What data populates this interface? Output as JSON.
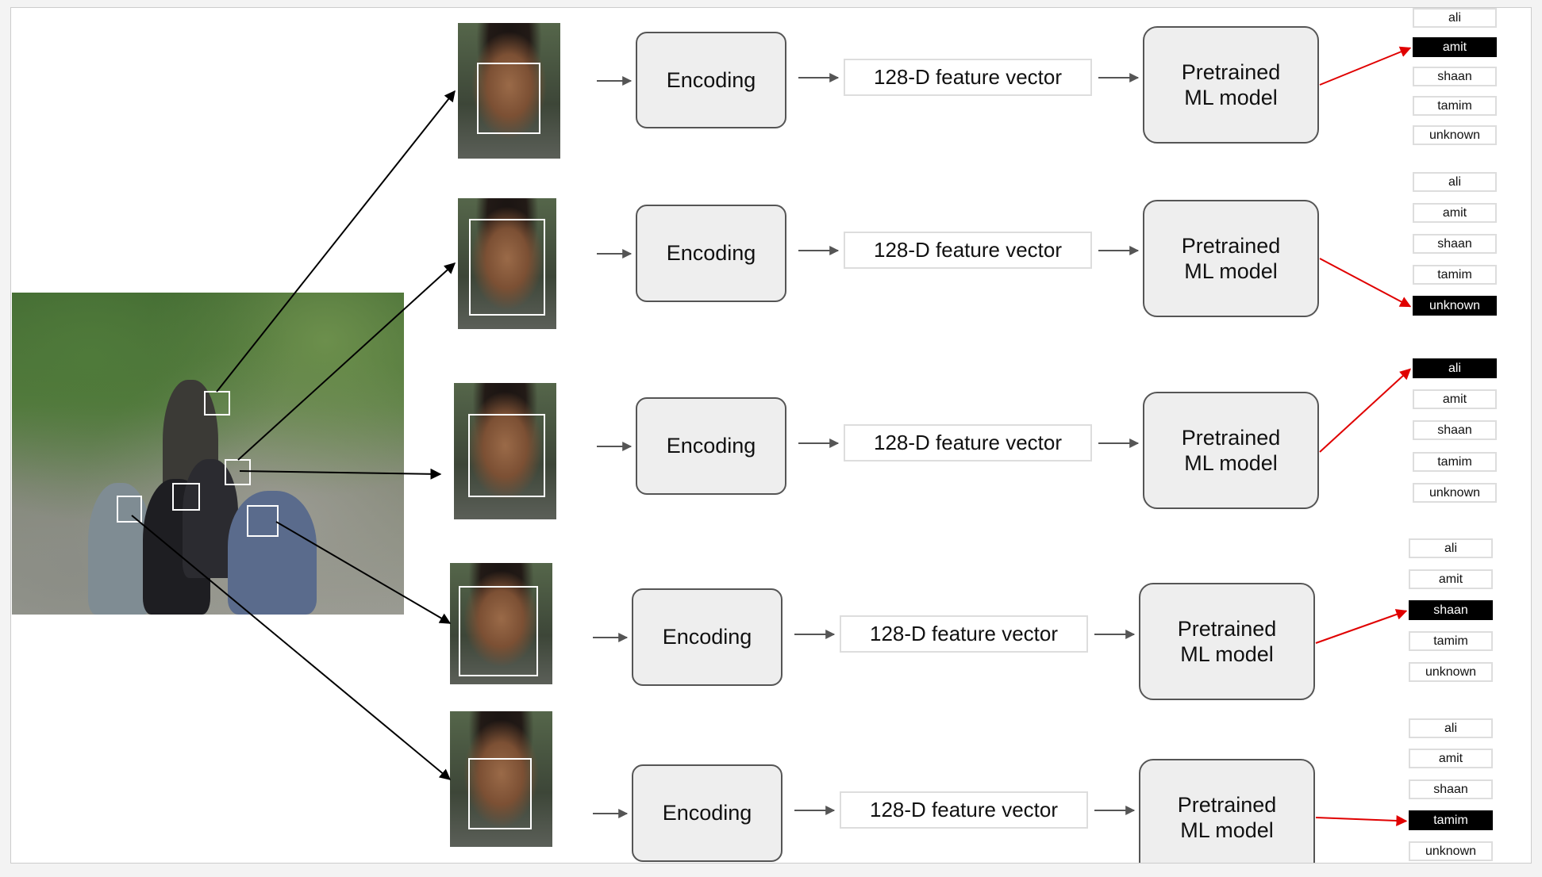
{
  "pipeline": {
    "encoding_label": "Encoding",
    "vector_label": "128-D feature vector",
    "model_label": "Pretrained ML model",
    "names": [
      "ali",
      "amit",
      "shaan",
      "tamim",
      "unknown"
    ]
  },
  "rows": [
    {
      "predicted": "amit"
    },
    {
      "predicted": "unknown"
    },
    {
      "predicted": "ali"
    },
    {
      "predicted": "shaan"
    },
    {
      "predicted": "tamim"
    }
  ],
  "colors": {
    "prediction_arrow": "#e00000",
    "flow_arrow": "#555555",
    "detection_arrow": "#000000",
    "selected_label_bg": "#000000"
  }
}
